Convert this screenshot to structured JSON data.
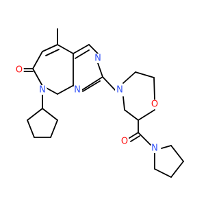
{
  "molecule": {
    "atoms": {
      "n_top": {
        "text": "N",
        "color": "#3050F8"
      },
      "n_mid": {
        "text": "N",
        "color": "#3050F8"
      },
      "n_bot": {
        "text": "N",
        "color": "#3050F8"
      },
      "n_ring1": {
        "text": "N",
        "color": "#3050F8"
      },
      "o_keto": {
        "text": "O",
        "color": "#FF0D0D"
      },
      "o_morph": {
        "text": "O",
        "color": "#FF0D0D"
      },
      "o_amide": {
        "text": "O",
        "color": "#FF0D0D"
      },
      "n_pyrr": {
        "text": "N",
        "color": "#3050F8"
      }
    }
  }
}
